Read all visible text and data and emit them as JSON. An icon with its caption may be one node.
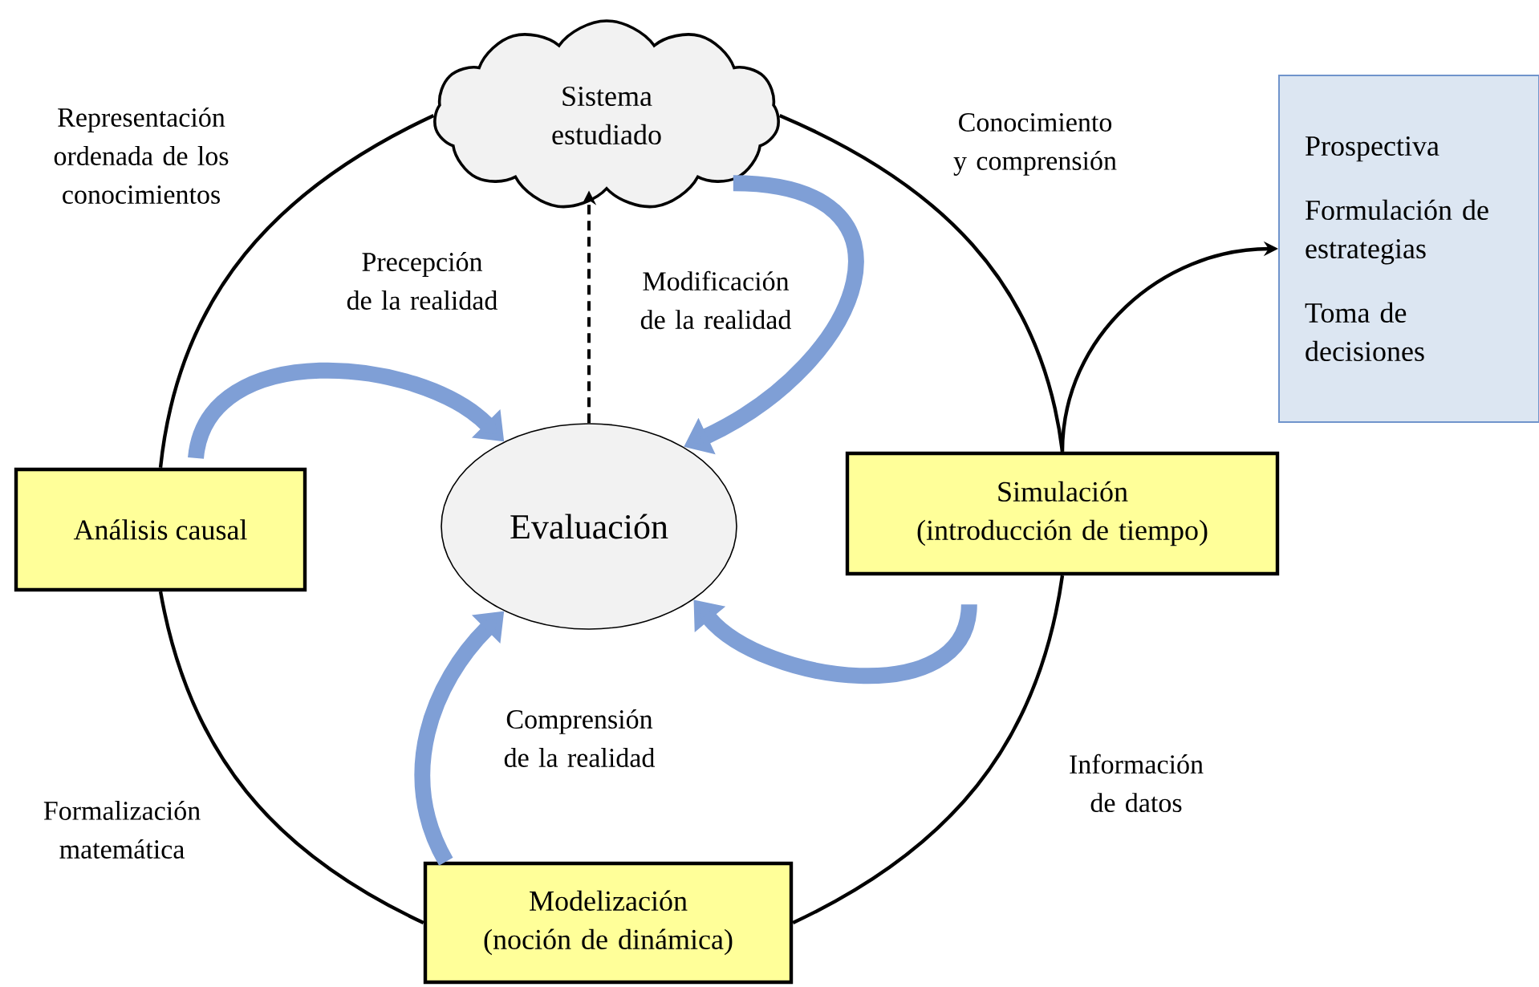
{
  "diagram": {
    "nodes": [
      {
        "text": [
          "Sistema estudiado"
        ]
      },
      {
        "text": [
          "Análisis causal"
        ]
      },
      {
        "text": [
          "Evaluación"
        ]
      },
      {
        "text": [
          "Simulación (introducción de tiempo)"
        ]
      },
      {
        "text": [
          "Modelización (noción de dinámica)"
        ]
      },
      {
        "text": [
          "Prospectiva",
          "Formulación de estrategias",
          "Toma de decisiones"
        ]
      }
    ],
    "edges": [
      {
        "from": 1,
        "to": 0,
        "arrow": "none"
      },
      {
        "from": 0,
        "to": 3,
        "arrow": "none"
      },
      {
        "from": 3,
        "to": 4,
        "arrow": "none"
      },
      {
        "from": 4,
        "to": 1,
        "arrow": "none"
      },
      {
        "from": 2,
        "to": 0,
        "arrow": "to",
        "style": "dashed"
      },
      {
        "from": 3,
        "to": 5,
        "arrow": "to"
      },
      {
        "from": 1,
        "to": 2,
        "arrow": "to",
        "style": "thick",
        "color": "#7f9fd6"
      },
      {
        "from": 0,
        "to": 2,
        "arrow": "to",
        "style": "thick",
        "color": "#7f9fd6"
      },
      {
        "from": 3,
        "to": 2,
        "arrow": "to",
        "style": "thick",
        "color": "#7f9fd6"
      },
      {
        "from": 4,
        "to": 2,
        "arrow": "to",
        "style": "thick",
        "color": "#7f9fd6"
      }
    ],
    "labels": [
      "Representación ordenada de los conocimientos",
      "Conocimiento y comprensión",
      "Precepción de la realidad",
      "Modificación de la realidad",
      "Comprensión de la realidad",
      "Formalización matemática",
      "Información de datos"
    ]
  }
}
